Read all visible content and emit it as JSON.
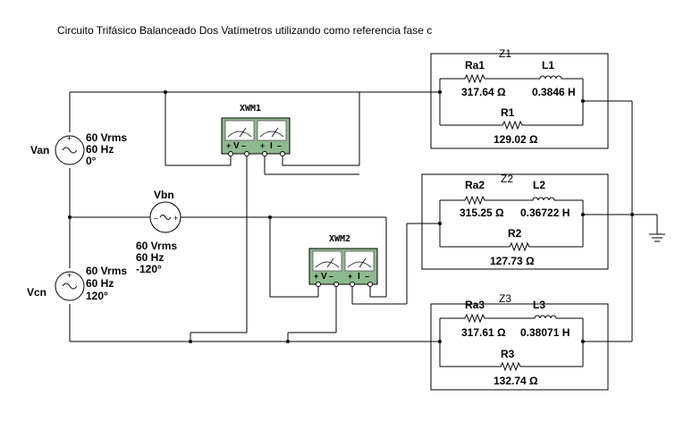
{
  "title": "Circuito Trifásico Balanceado Dos Vatímetros utilizando como referencia fase c",
  "sources": {
    "van": {
      "name": "Van",
      "vrms": "60 Vrms",
      "freq": "60 Hz",
      "phase": "0°"
    },
    "vbn": {
      "name": "Vbn",
      "vrms": "60 Vrms",
      "freq": "60 Hz",
      "phase": "-120°"
    },
    "vcn": {
      "name": "Vcn",
      "vrms": "60 Vrms",
      "freq": "60 Hz",
      "phase": "120°"
    }
  },
  "wattmeters": {
    "xwm1": {
      "name": "XWM1",
      "v_label": "V",
      "i_label": "I",
      "plus": "+",
      "minus": "–"
    },
    "xwm2": {
      "name": "XWM2",
      "v_label": "V",
      "i_label": "I",
      "plus": "+",
      "minus": "–"
    }
  },
  "loads": {
    "z1": {
      "name": "Z1",
      "ra_name": "Ra1",
      "ra_value": "317.64 Ω",
      "l_name": "L1",
      "l_value": "0.3846 H",
      "r_name": "R1",
      "r_value": "129.02 Ω"
    },
    "z2": {
      "name": "Z2",
      "ra_name": "Ra2",
      "ra_value": "315.25 Ω",
      "l_name": "L2",
      "l_value": "0.36722 H",
      "r_name": "R2",
      "r_value": "127.73 Ω"
    },
    "z3": {
      "name": "Z3",
      "ra_name": "Ra3",
      "ra_value": "317.61 Ω",
      "l_name": "L3",
      "l_value": "0.38071 H",
      "r_name": "R3",
      "r_value": "132.74 Ω"
    }
  },
  "colors": {
    "meter_face": "#8fb98f",
    "meter_window": "#bfbfbf",
    "wire": "#000000"
  }
}
